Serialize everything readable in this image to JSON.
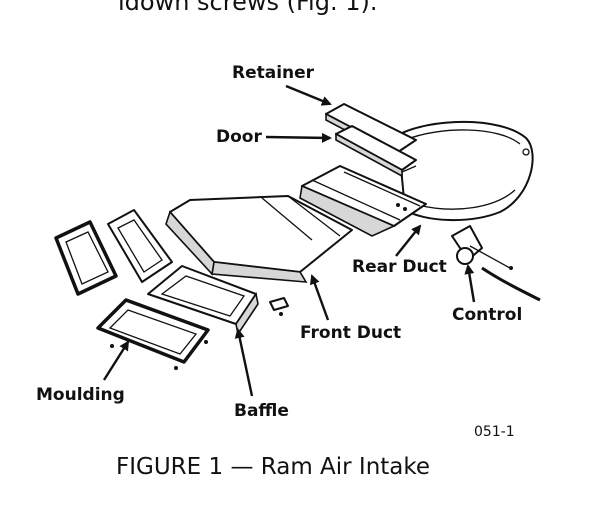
{
  "header_fragment": "ldown screws (Fig. 1).",
  "labels": {
    "retainer": "Retainer",
    "door": "Door",
    "rear_duct": "Rear Duct",
    "control": "Control",
    "front_duct": "Front Duct",
    "moulding": "Moulding",
    "baffle": "Baffle"
  },
  "figure_code": "051-1",
  "caption": "FIGURE 1 — Ram Air Intake"
}
